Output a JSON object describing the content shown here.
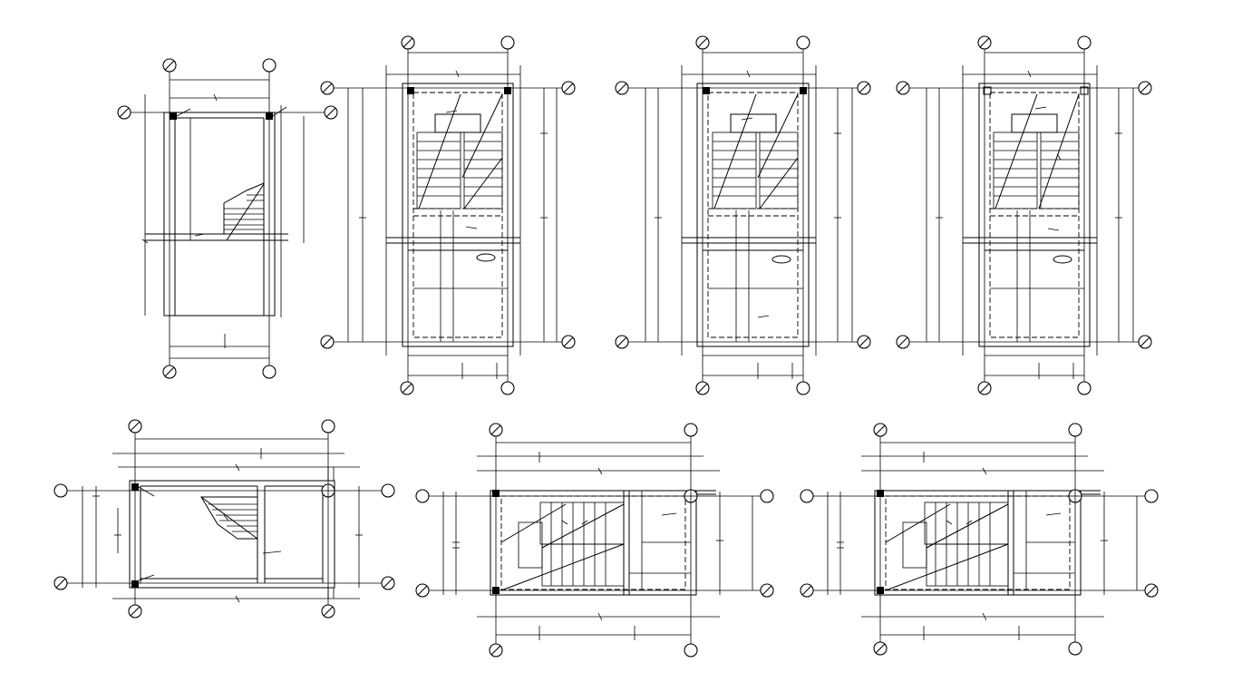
{
  "drawing": {
    "kind": "staircase-framing-plans",
    "view_count": 7,
    "rows": [
      {
        "views": [
          "plan-1",
          "plan-2",
          "plan-3",
          "plan-4"
        ]
      },
      {
        "views": [
          "plan-5",
          "plan-6",
          "plan-7"
        ]
      }
    ],
    "colors": {
      "line": "#000000",
      "background": "#ffffff"
    }
  }
}
